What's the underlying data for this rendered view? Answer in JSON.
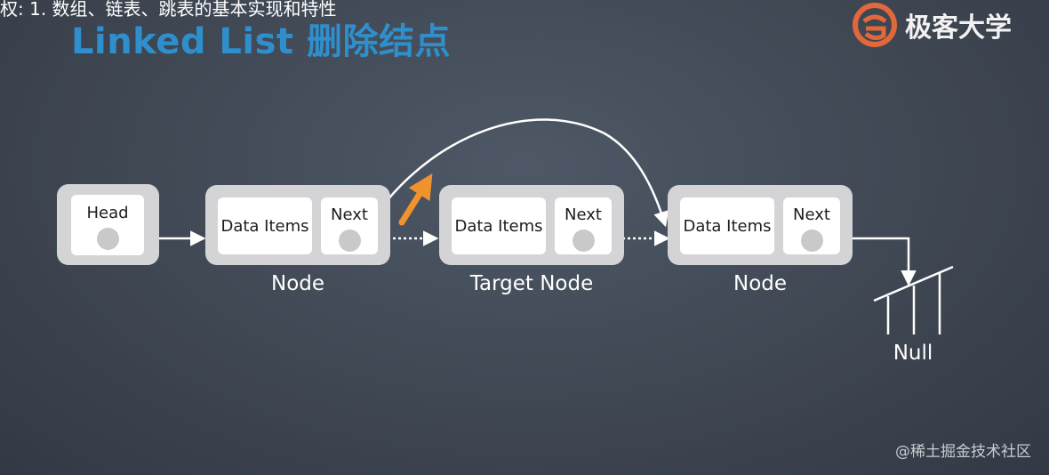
{
  "header": {
    "lesson_line": "权: 1. 数组、链表、跳表的基本实现和特性",
    "title": "Linked List 删除结点"
  },
  "logo": {
    "text": "极客大学",
    "accent": "#e0683a"
  },
  "diagram": {
    "head": {
      "label": "Head"
    },
    "nodes": [
      {
        "data_label": "Data Items",
        "next_label": "Next",
        "caption": "Node"
      },
      {
        "data_label": "Data Items",
        "next_label": "Next",
        "caption": "Target Node"
      },
      {
        "data_label": "Data Items",
        "next_label": "Next",
        "caption": "Node"
      }
    ],
    "null_label": "Null",
    "colors": {
      "title": "#2f8fcd",
      "highlight_arrow": "#f0922e",
      "node_box": "#d4d4d6"
    }
  },
  "watermark": "@稀土掘金技术社区"
}
